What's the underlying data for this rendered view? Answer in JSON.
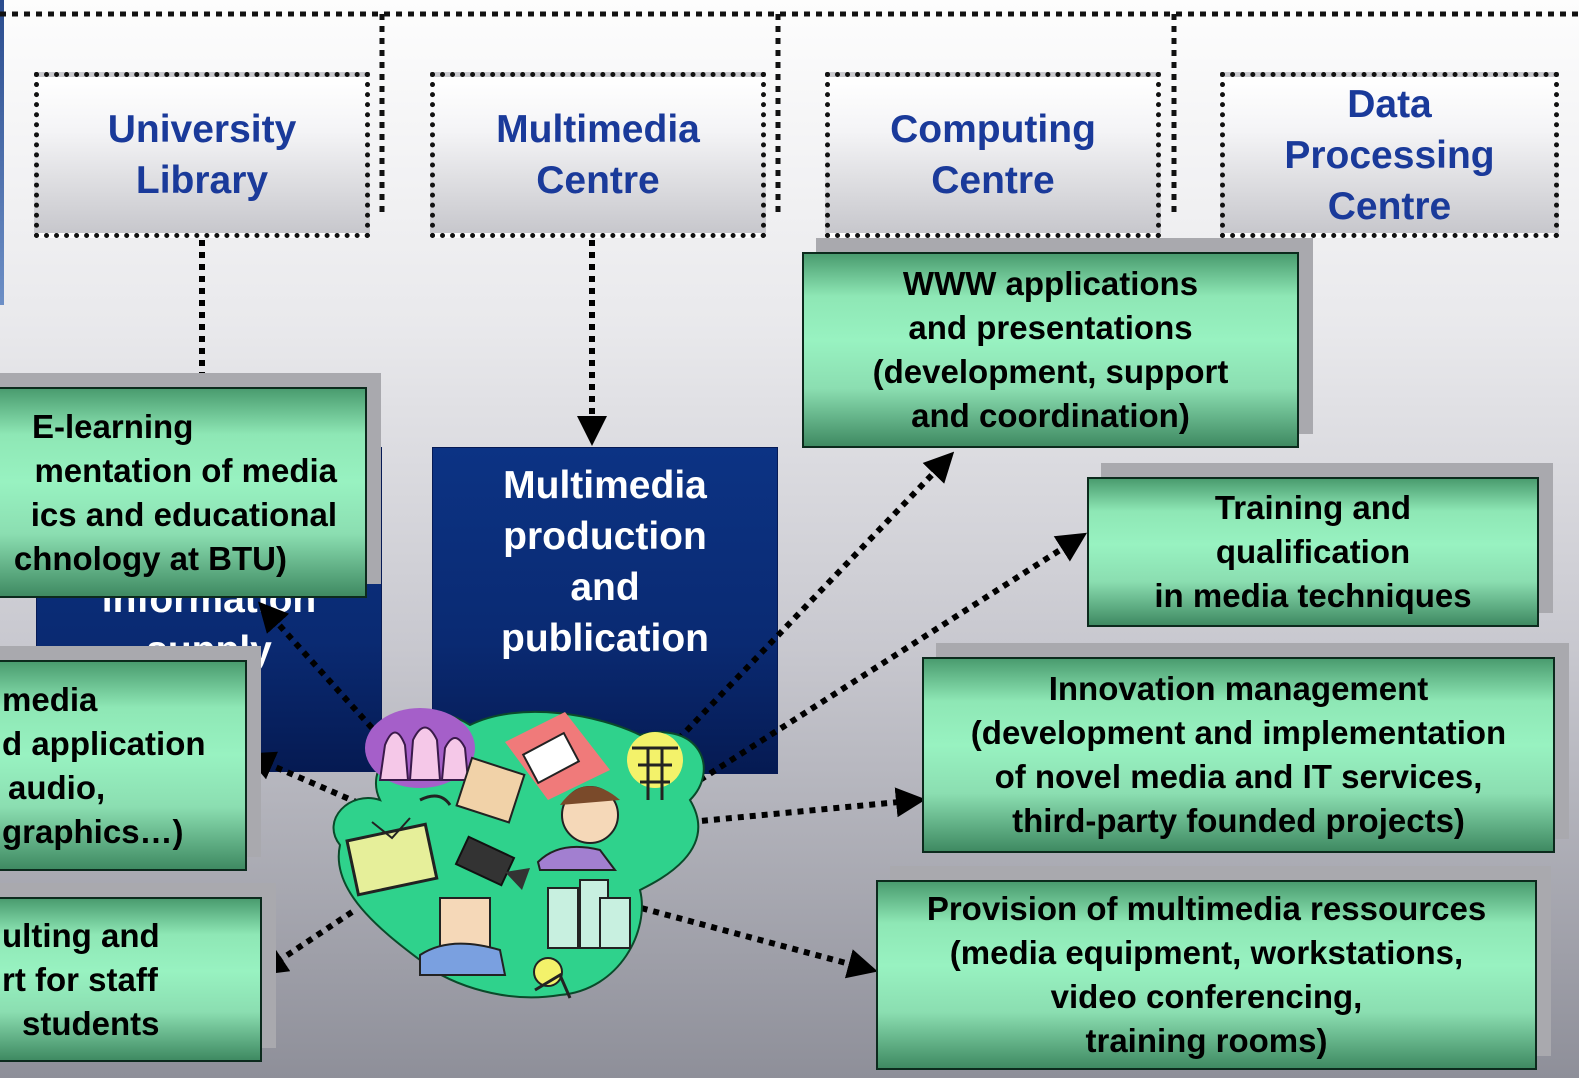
{
  "departments": {
    "library": [
      "University",
      "Library"
    ],
    "multimedia": [
      "Multimedia",
      "Centre"
    ],
    "computing": [
      "Computing",
      "Centre"
    ],
    "data_processing": [
      "Data",
      "Processing",
      "Centre"
    ]
  },
  "blue_boxes": {
    "information_supply": [
      "information",
      "supply"
    ],
    "multimedia_production": [
      "Multimedia",
      "production",
      "and",
      "publication"
    ]
  },
  "services": {
    "elearning": [
      "E-learning",
      "mentation of media",
      "ics and educational",
      "chnology at BTU)"
    ],
    "media_application": [
      "media",
      "d application",
      "audio,",
      "graphics…)"
    ],
    "consulting": [
      "ulting and",
      "rt for staff",
      "students"
    ],
    "www": [
      "WWW applications",
      "and presentations",
      "(development, support",
      "and coordination)"
    ],
    "training": [
      "Training and",
      "qualification",
      "in media techniques"
    ],
    "innovation": [
      "Innovation management",
      "(development and implementation",
      "of novel media and IT services,",
      "third-party founded projects)"
    ],
    "provision": [
      "Provision of multimedia ressources",
      "(media equipment, workstations,",
      "video conferencing,",
      "training rooms)"
    ]
  },
  "colors": {
    "heading_text": "#1a3a9a",
    "service_green": "#98f2c1",
    "blue_box": "#0a2a72",
    "blob": "#2fd28c"
  },
  "icons": [
    "palace-icon",
    "speaker-man-icon",
    "clapperboard-icon",
    "pagoda-icon",
    "tv-icon",
    "woman-microphone-icon",
    "video-camera-icon",
    "presenter-icon",
    "city-buildings-icon",
    "photographer-icon"
  ]
}
